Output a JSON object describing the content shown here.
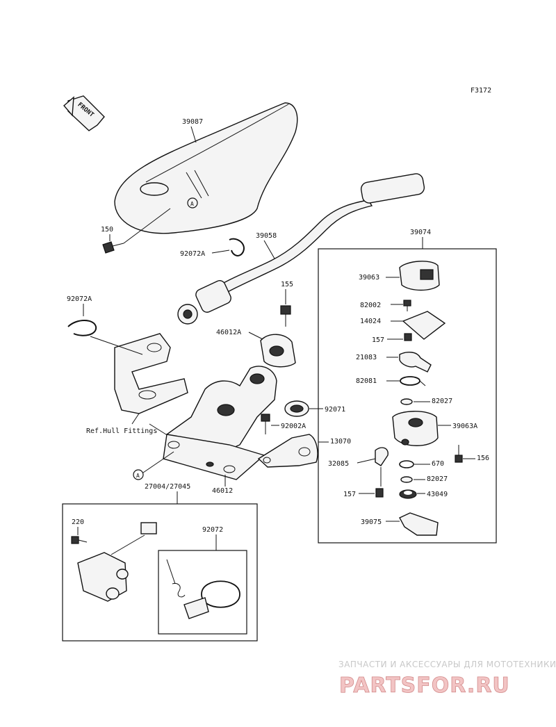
{
  "figure_code": "F3172",
  "front_label": "FRONT",
  "ref_text": "Ref.Hull Fittings",
  "callout_a": "A",
  "parts": [
    {
      "id": "label-39087",
      "text": "39087"
    },
    {
      "id": "label-150",
      "text": "150"
    },
    {
      "id": "label-39058",
      "text": "39058"
    },
    {
      "id": "label-92072a-top",
      "text": "92072A"
    },
    {
      "id": "label-92072a-left",
      "text": "92072A"
    },
    {
      "id": "label-155",
      "text": "155"
    },
    {
      "id": "label-46012a",
      "text": "46012A"
    },
    {
      "id": "label-92071",
      "text": "92071"
    },
    {
      "id": "label-92002a",
      "text": "92002A"
    },
    {
      "id": "label-13070",
      "text": "13070"
    },
    {
      "id": "label-46012",
      "text": "46012"
    },
    {
      "id": "label-27004",
      "text": "27004/27045"
    },
    {
      "id": "label-220",
      "text": "220"
    },
    {
      "id": "label-92072",
      "text": "92072"
    },
    {
      "id": "label-39074",
      "text": "39074"
    },
    {
      "id": "label-39063",
      "text": "39063"
    },
    {
      "id": "label-82002",
      "text": "82002"
    },
    {
      "id": "label-14024",
      "text": "14024"
    },
    {
      "id": "label-157-top",
      "text": "157"
    },
    {
      "id": "label-21083",
      "text": "21083"
    },
    {
      "id": "label-82081",
      "text": "82081"
    },
    {
      "id": "label-82027-top",
      "text": "82027"
    },
    {
      "id": "label-39063a",
      "text": "39063A"
    },
    {
      "id": "label-32085",
      "text": "32085"
    },
    {
      "id": "label-670",
      "text": "670"
    },
    {
      "id": "label-156",
      "text": "156"
    },
    {
      "id": "label-82027-bottom",
      "text": "82027"
    },
    {
      "id": "label-157-bottom",
      "text": "157"
    },
    {
      "id": "label-43049",
      "text": "43049"
    },
    {
      "id": "label-39075",
      "text": "39075"
    }
  ],
  "watermark": {
    "top_text": "ЗАПЧАСТИ И АКСЕССУАРЫ ДЛЯ МОТОТЕХНИКИ",
    "logo_text": "PARTSFOR.RU"
  }
}
